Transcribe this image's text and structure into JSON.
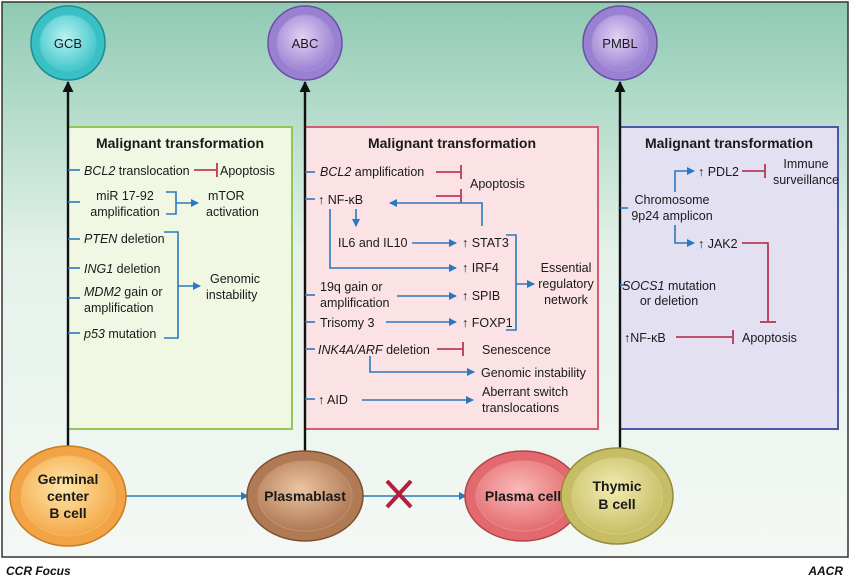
{
  "cells": {
    "gcb": "GCB",
    "abc": "ABC",
    "pmbl": "PMBL",
    "germinal": [
      "Germinal",
      "center",
      "B cell"
    ],
    "plasmablast": "Plasmablast",
    "plasma": "Plasma cell",
    "thymic": [
      "Thymic",
      "B cell"
    ]
  },
  "gcb_panel": {
    "title": "Malignant transformation",
    "bcl2_gene": "BCL2",
    "bcl2_rest": " translocation",
    "apoptosis": "Apoptosis",
    "mir_1": "miR 17-92",
    "mir_2": "amplification",
    "mtor_1": "mTOR",
    "mtor_2": "activation",
    "pten_gene": "PTEN",
    "pten_rest": " deletion",
    "ing1_gene": "ING1",
    "ing1_rest": " deletion",
    "mdm2_gene": "MDM2",
    "mdm2_rest": " gain or",
    "mdm2_2": "amplification",
    "p53_gene": "p53",
    "p53_rest": " mutation",
    "genomic_1": "Genomic",
    "genomic_2": "instability"
  },
  "abc_panel": {
    "title": "Malignant transformation",
    "bcl2_gene": "BCL2",
    "bcl2_rest": " amplification",
    "apoptosis": "Apoptosis",
    "nfkb": "↑ NF-κB",
    "il6": "IL6 and IL10",
    "stat3": "↑ STAT3",
    "irf4": "↑ IRF4",
    "q19_1": "19q gain or",
    "q19_2": "amplification",
    "spib": "↑ SPIB",
    "trisomy": "Trisomy 3",
    "foxp1": "↑ FOXP1",
    "essential_1": "Essential",
    "essential_2": "regulatory",
    "essential_3": "network",
    "ink_gene": "INK4A/ARF",
    "ink_rest": " deletion",
    "senescence": "Senescence",
    "genomic": "Genomic instability",
    "aid": "↑ AID",
    "aberrant_1": "Aberrant switch",
    "aberrant_2": "translocations"
  },
  "pmbl_panel": {
    "title": "Malignant transformation",
    "pdl2": "↑ PDL2",
    "immune_1": "Immune",
    "immune_2": "surveillance",
    "chrom_1": "Chromosome",
    "chrom_2": "9p24 amplicon",
    "jak2": "↑ JAK2",
    "socs_gene": "SOCS1",
    "socs_rest": " mutation",
    "socs_2": "or deletion",
    "nfkb": "↑NF-κB",
    "apoptosis": "Apoptosis"
  },
  "footer": {
    "left": "CCR Focus",
    "right": "AACR"
  },
  "colors": {
    "gcb_panel": "#f0f7e2",
    "abc_panel": "#fbe3e5",
    "pmbl_panel": "#e3e1f1",
    "arrow_blue": "#2a78c0",
    "inhibit_red": "#b3203f"
  }
}
